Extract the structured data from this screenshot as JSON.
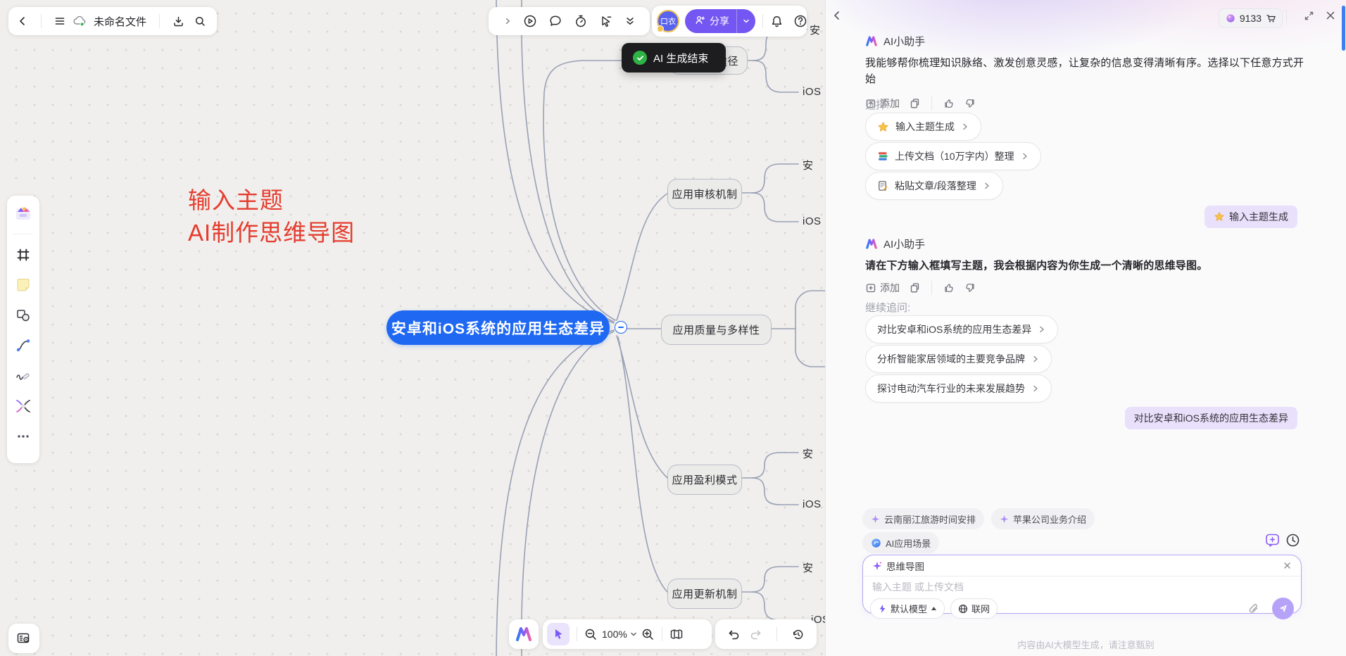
{
  "canvas": {
    "file": {
      "title": "未命名文件"
    },
    "toast": "AI 生成结束",
    "hint": {
      "line1": "输入主题",
      "line2": "AI制作思维导图"
    },
    "zoom": "100%",
    "mindmap": {
      "center": "安卓和iOS系统的应用生态差异",
      "path_node": "途径",
      "branches": [
        "应用审核机制",
        "应用质量与多样性",
        "应用盈利模式",
        "应用更新机制"
      ],
      "leaf_android": "安",
      "leaf_ios": "iOS"
    }
  },
  "topbar": {
    "share": "分享",
    "avatar": "口衣"
  },
  "panel": {
    "credits": "9133",
    "assistant": "AI小助手",
    "messages": {
      "m1": "我能够帮你梳理知识脉络、激发创意灵感，让复杂的信息变得清晰有序。选择以下任意方式开始",
      "m2": "请在下方输入框填写主题，我会根据内容为你生成一个清晰的思维导图。"
    },
    "actions": {
      "add": "添加"
    },
    "choose_label": "选择:",
    "options": [
      {
        "label": "输入主题生成"
      },
      {
        "label": "上传文档（10万字内）整理"
      },
      {
        "label": "粘贴文章/段落整理"
      }
    ],
    "user1": "输入主题生成",
    "followup_label": "继续追问:",
    "followups": [
      {
        "label": "对比安卓和iOS系统的应用生态差异"
      },
      {
        "label": "分析智能家居领域的主要竞争品牌"
      },
      {
        "label": "探讨电动汽车行业的未来发展趋势"
      }
    ],
    "user2": "对比安卓和iOS系统的应用生态差异",
    "chips": [
      {
        "label": "云南丽江旅游时间安排"
      },
      {
        "label": "苹果公司业务介绍"
      }
    ],
    "scene_chip": "AI应用场景",
    "composer": {
      "mode": "思维导图",
      "placeholder": "输入主题 或上传文档",
      "model": "默认模型",
      "network": "联网"
    },
    "footer": "内容由AI大模型生成，请注意甄别"
  }
}
